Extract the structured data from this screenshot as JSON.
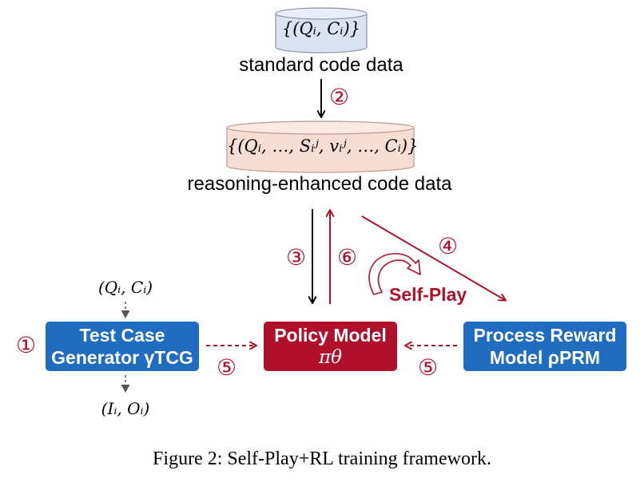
{
  "top_db": {
    "formula": "{(Qᵢ, Cᵢ)}",
    "label": "standard code data"
  },
  "step2": "②",
  "mid_db": {
    "formula": "{(Qᵢ, …, Sᵢʲ, vᵢʲ, …, Cᵢ)}",
    "label": "reasoning-enhanced code data"
  },
  "step3": "③",
  "step6": "⑥",
  "step4": "④",
  "self_play": "Self-Play",
  "test_case": {
    "input": "(Qᵢ, Cᵢ)",
    "line1": "Test Case",
    "line2": "Generator γTCG",
    "output": "(Iᵢ, Oᵢ)",
    "step": "①"
  },
  "policy": {
    "line1": "Policy Model",
    "line2": "πθ"
  },
  "prm": {
    "line1": "Process Reward",
    "line2": "Model ρPRM"
  },
  "step5_left": "⑤",
  "step5_right": "⑤",
  "caption": "Figure 2: Self-Play+RL training framework.",
  "colors": {
    "blue": "#1f6cc1",
    "red": "#b0102a",
    "db_top": "#dbe3f3",
    "db_mid": "#f8ddd3"
  }
}
